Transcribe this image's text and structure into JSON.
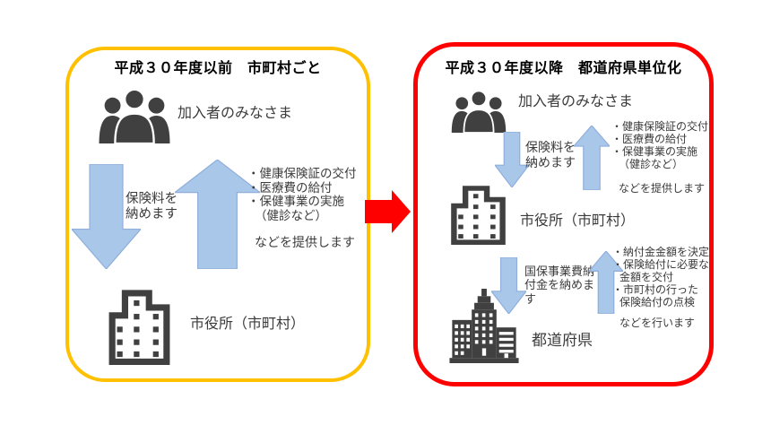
{
  "colors": {
    "panel_left_border": "#FFC000",
    "panel_right_border": "#FF0000",
    "transition_arrow": "#FF0000",
    "flow_arrow_fill": "#A9C7E9",
    "flow_arrow_stroke": "#8FAEDC",
    "icon_gray": "#404040",
    "title_text": "#000000",
    "body_text": "#3B3B3B"
  },
  "left_panel": {
    "title": "平成３０年度以前　市町村ごと",
    "members_label": "加入者のみなさま",
    "premium_label_line1": "保険料を",
    "premium_label_line2": "納めます",
    "benefit_items": [
      "・健康保険証の交付",
      "・医療費の給付",
      "・保健事業の実施",
      "（健診など）"
    ],
    "benefit_note": "などを提供します",
    "city_office_label": "市役所（市町村）"
  },
  "right_panel": {
    "title": "平成３０年度以降　都道府県単位化",
    "members_label": "加入者のみなさま",
    "premium_label_line1": "保険料を",
    "premium_label_line2": "納めます",
    "benefit_items": [
      "・健康保険証の交付",
      "・医療費の給付",
      "・保健事業の実施",
      "（健診など）"
    ],
    "benefit_note": "などを提供します",
    "city_office_label": "市役所（市町村）",
    "npk_label_line1": "国保事業費納",
    "npk_label_line2": "付金を納めま",
    "npk_label_line3": "す",
    "pref_items": [
      "・納付金金額を決定",
      "・保険給付に必要な",
      "金額を交付",
      "・市町村の行った",
      "保険給付の点検"
    ],
    "pref_note": "などを行います",
    "prefecture_label": "都道府県"
  }
}
